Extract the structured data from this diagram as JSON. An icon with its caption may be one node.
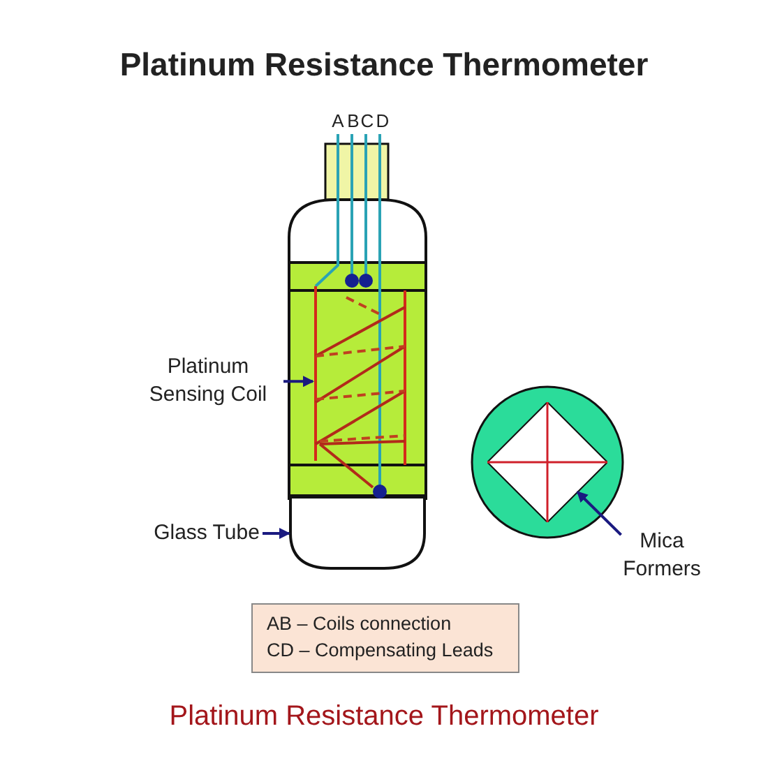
{
  "diagram": {
    "title": "Platinum Resistance Thermometer",
    "nodes": [
      {
        "text": [
          "Platinum Sensing Coil"
        ]
      },
      {
        "text": [],
        "shape": "coil"
      },
      {
        "text": [
          "Glass Tube"
        ]
      },
      {
        "text": [],
        "shape": "box"
      },
      {
        "text": [
          "Mica Formers"
        ]
      },
      {
        "text": [],
        "shape": "diamond"
      }
    ],
    "edges": [
      {
        "from": 0,
        "to": 1,
        "arrow": "to"
      },
      {
        "from": 2,
        "to": 3,
        "arrow": "to"
      },
      {
        "from": 4,
        "to": 5,
        "arrow": "to"
      }
    ],
    "labels": [
      "A",
      "B",
      "C",
      "D",
      "AB – Coils connection",
      "CD – Compensating Leads"
    ],
    "caption": "Platinum Resistance Thermometer"
  }
}
